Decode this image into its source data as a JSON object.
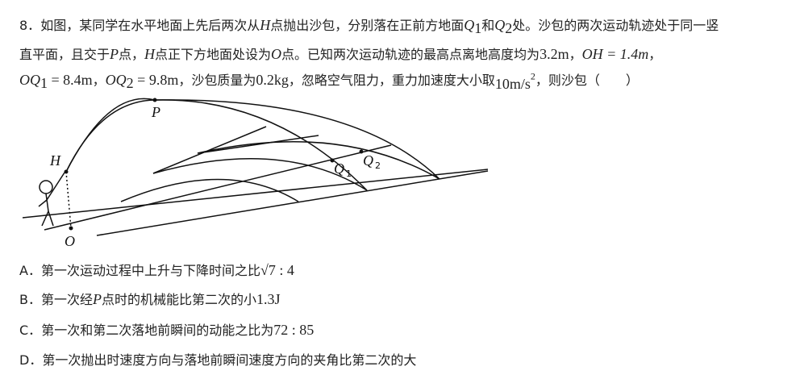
{
  "question": {
    "number": "8．",
    "line1_a": "如图，某同学在水平地面上先后两次从",
    "H": "H",
    "line1_b": "点抛出沙包，分别落在正前方地面",
    "Q": "Q",
    "sub1": "1",
    "and": "和",
    "sub2": "2",
    "line1_c": "处。沙包的两次运动轨迹处于同一竖",
    "line2_a": "直平面，且交于",
    "P": "P",
    "line2_b": "点，",
    "line2_c": "点正下方地面处设为",
    "O": "O",
    "line2_d": "点。已知两次运动轨迹的最高点离地高度均为",
    "height": "3.2m",
    "comma": "，",
    "oh": "OH = 1.4m",
    "oq1_label": "OQ",
    "oq1_value": " = 8.4m",
    "oq2_value": " = 9.8m",
    "line3_a": "，沙包质量为",
    "mass": "0.2kg",
    "line3_b": "，忽略空气阻力，重力加速度大小取",
    "g": "10m/s",
    "g_exp": "2",
    "line3_c": "，则沙包（　　）"
  },
  "figure": {
    "labels": {
      "P": "P",
      "H": "H",
      "O": "O",
      "Q1": "Q",
      "Q1_sub": "1",
      "Q2": "Q",
      "Q2_sub": "2"
    }
  },
  "options": [
    {
      "letter": "A．",
      "text": "第一次运动过程中上升与下降时间之比",
      "math": "√7 : 4"
    },
    {
      "letter": "B．",
      "text_a": "第一次经",
      "var": "P",
      "text_b": "点时的机械能比第二次的小",
      "math": "1.3J"
    },
    {
      "letter": "C．",
      "text": "第一次和第二次落地前瞬间的动能之比为",
      "math": "72 : 85"
    },
    {
      "letter": "D．",
      "text": "第一次抛出时速度方向与落地前瞬间速度方向的夹角比第二次的大"
    }
  ]
}
